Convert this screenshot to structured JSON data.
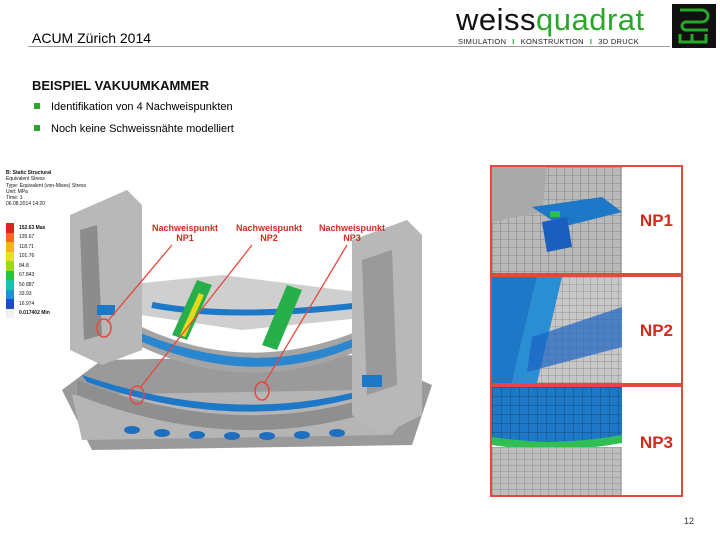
{
  "header": {
    "title": "ACUM Zürich 2014",
    "brand_part1": "weiss",
    "brand_part2": "quadrat",
    "nav": [
      "SIMULATION",
      "KONSTRUKTION",
      "3D DRUCK"
    ],
    "nav_separator": "I"
  },
  "slide": {
    "heading": "BEISPIEL VAKUUMKAMMER",
    "bullets": [
      "Identifikation von 4 Nachweispunkten",
      "Noch keine Schweissnähte modelliert"
    ],
    "page_number": "12"
  },
  "result_info": {
    "title": "B: Static Structural",
    "lines": [
      "Equivalent Stress",
      "Type: Equivalent (von-Mises) Stress",
      "Unit: MPa",
      "Time: 1",
      "06.08.2014 14:20"
    ]
  },
  "legend": [
    {
      "label": "152.63 Max",
      "color": "#e0211c",
      "bold": true
    },
    {
      "label": "135.67",
      "color": "#f26a1b",
      "bold": false
    },
    {
      "label": "118.71",
      "color": "#f7b21e",
      "bold": false
    },
    {
      "label": "101.76",
      "color": "#e4e41c",
      "bold": false
    },
    {
      "label": "84.8",
      "color": "#9bd81e",
      "bold": false
    },
    {
      "label": "67.843",
      "color": "#28c33b",
      "bold": false
    },
    {
      "label": "50.887",
      "color": "#1fbfae",
      "bold": false
    },
    {
      "label": "33.93",
      "color": "#1d93d6",
      "bold": false
    },
    {
      "label": "16.974",
      "color": "#1a4fc8",
      "bold": false
    },
    {
      "label": "0.017402 Min",
      "color": "#f2f2f2",
      "bold": true
    }
  ],
  "callouts": [
    {
      "line1": "Nachweispunkt",
      "line2": "NP1"
    },
    {
      "line1": "Nachweispunkt",
      "line2": "NP2"
    },
    {
      "line1": "Nachweispunkt",
      "line2": "NP3"
    }
  ],
  "panels": [
    {
      "label": "NP1"
    },
    {
      "label": "NP2"
    },
    {
      "label": "NP3"
    }
  ],
  "colors": {
    "accent_green": "#2aa62a",
    "callout_red": "#d42a1c",
    "stress_blue": "#1e78c8"
  }
}
